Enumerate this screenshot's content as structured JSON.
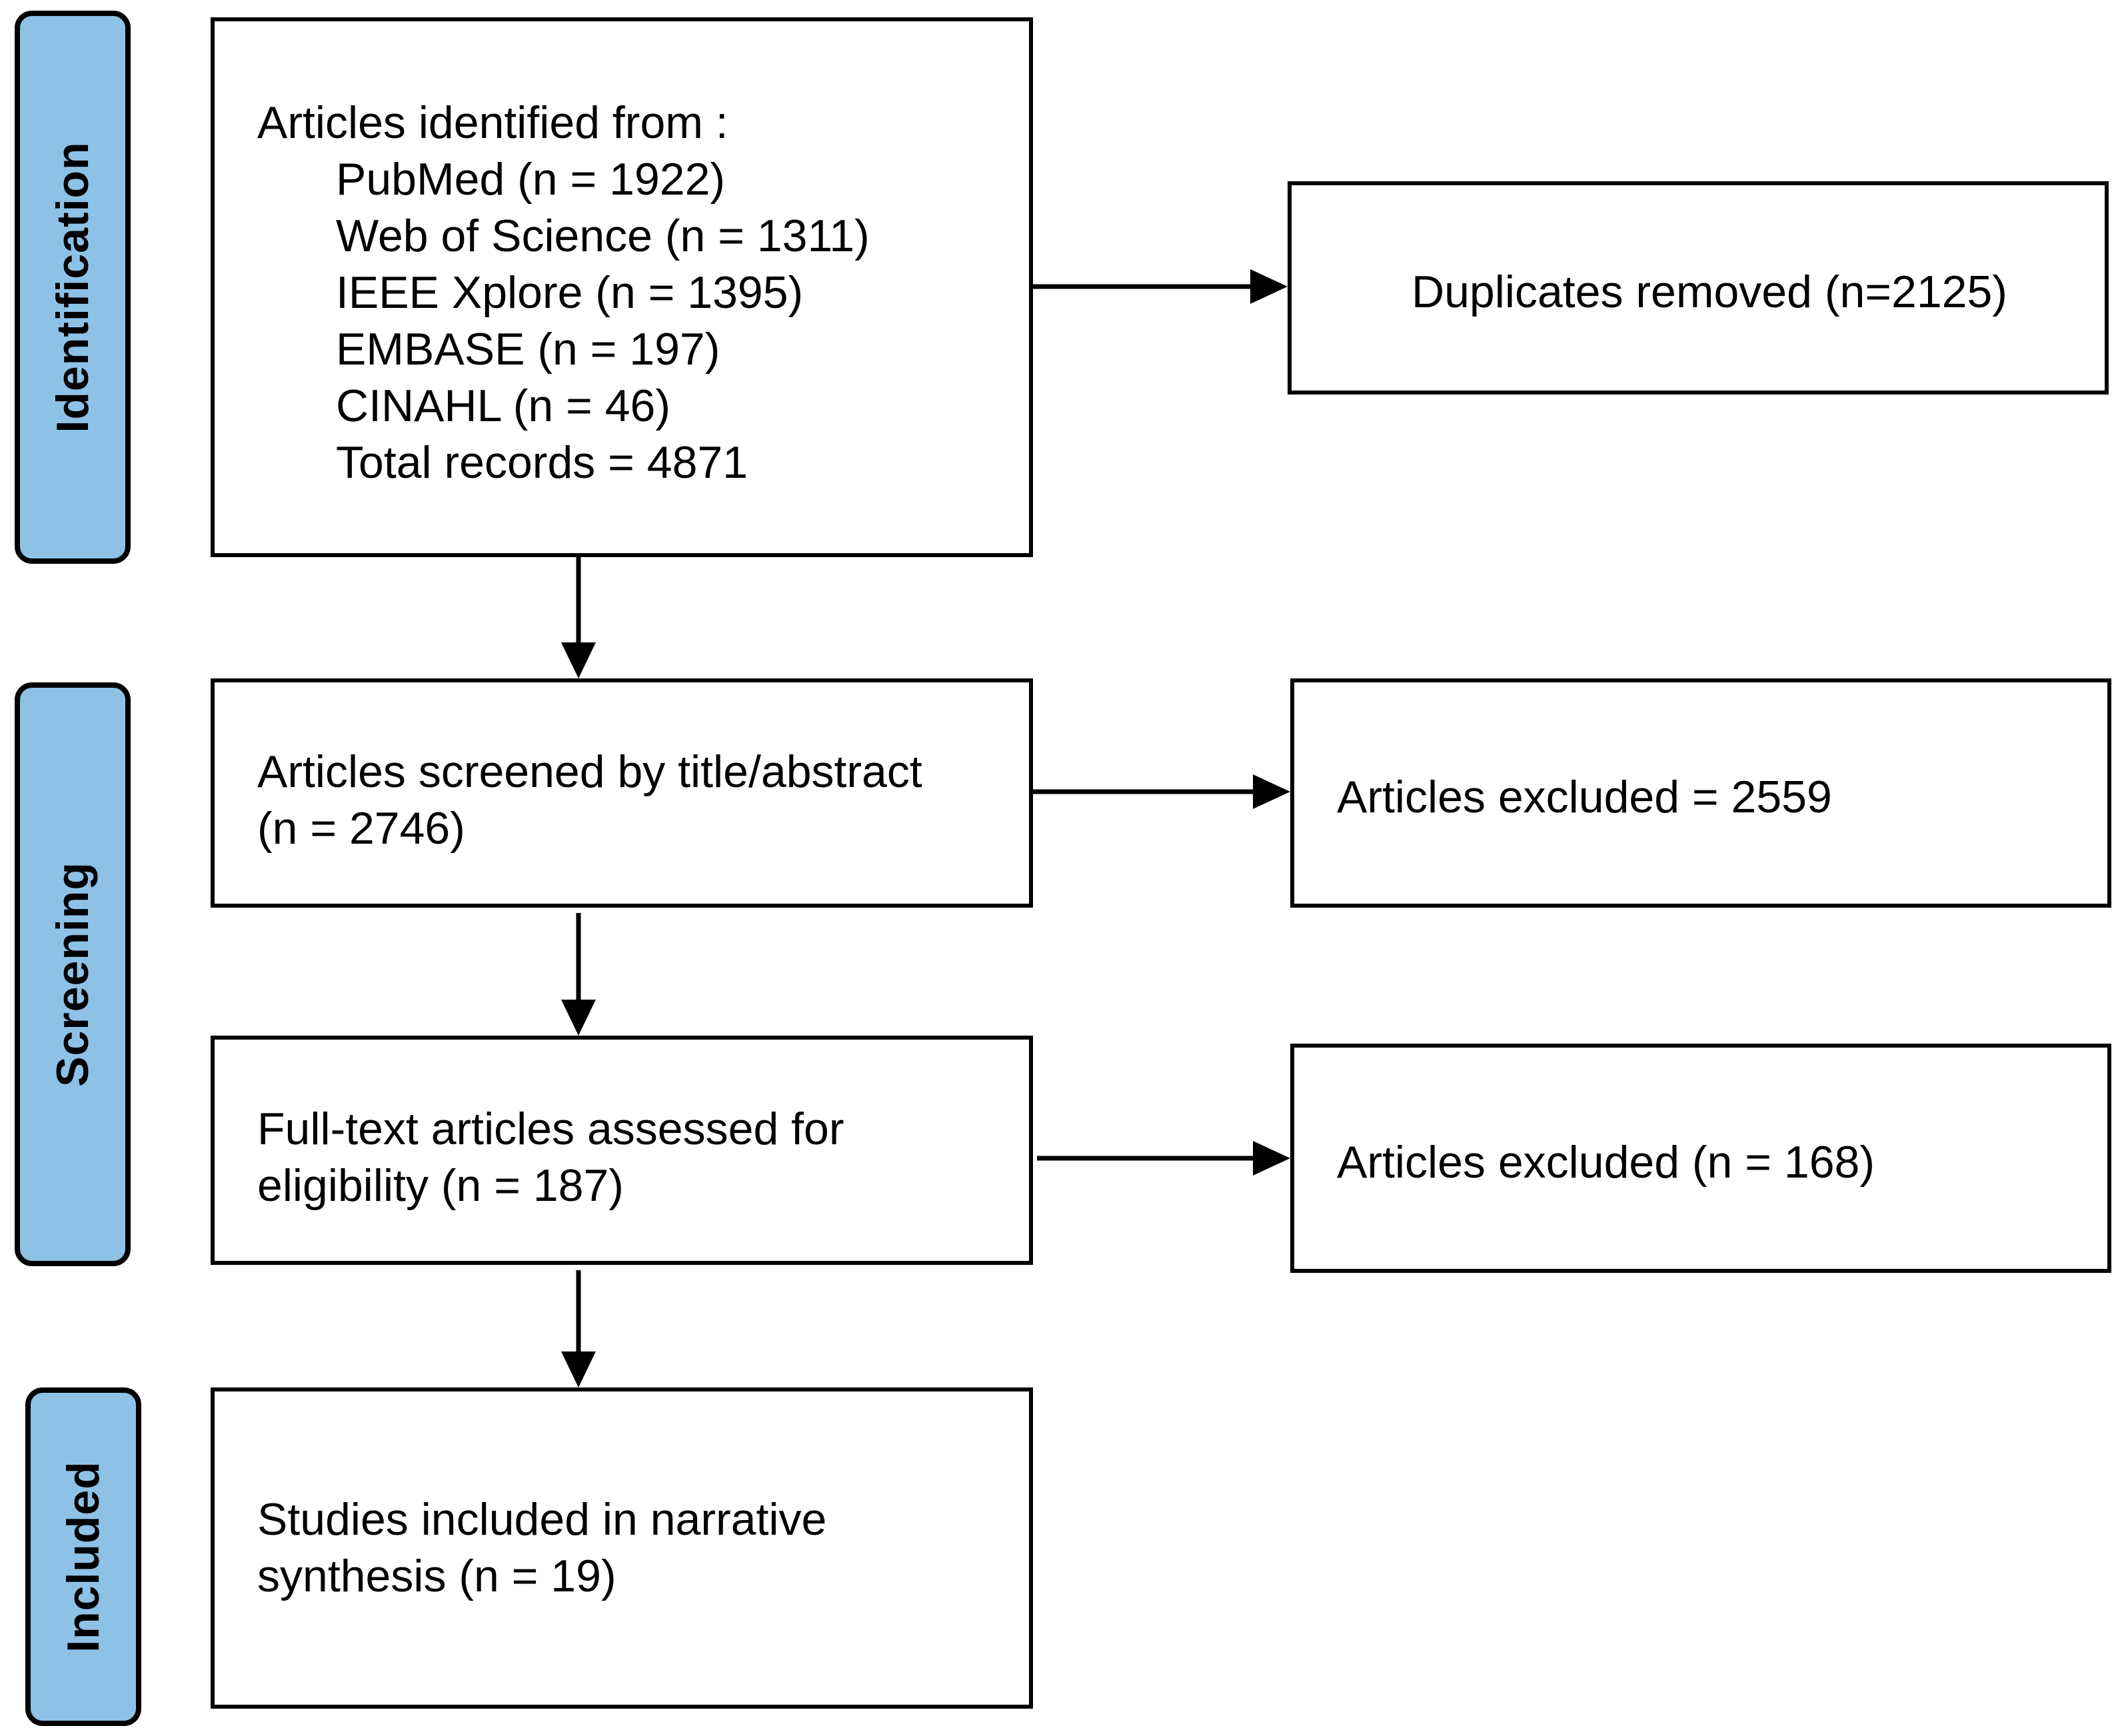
{
  "phases": {
    "identification": "Identification",
    "screening": "Screening",
    "included": "Included"
  },
  "boxes": {
    "identified": {
      "heading": "Articles identified from :",
      "sources": [
        "PubMed (n = 1922)",
        "Web of Science (n = 1311)",
        "IEEE Xplore (n = 1395)",
        "EMBASE (n = 197)",
        "CINAHL (n = 46)",
        "Total records = 4871"
      ]
    },
    "duplicates": {
      "text": "Duplicates removed (n=2125)"
    },
    "screened": {
      "lines": [
        "Articles screened by title/abstract",
        "(n = 2746)"
      ]
    },
    "excluded_screen": {
      "text": "Articles excluded = 2559"
    },
    "fulltext": {
      "lines": [
        "Full-text articles assessed for",
        "eligibility (n = 187)"
      ]
    },
    "excluded_fulltext": {
      "text": "Articles excluded (n = 168)"
    },
    "included": {
      "lines": [
        "Studies included in narrative",
        "synthesis (n = 19)"
      ]
    }
  },
  "colors": {
    "phase_fill": "#8ec1e6",
    "stroke": "#000000",
    "box_fill": "#ffffff"
  }
}
